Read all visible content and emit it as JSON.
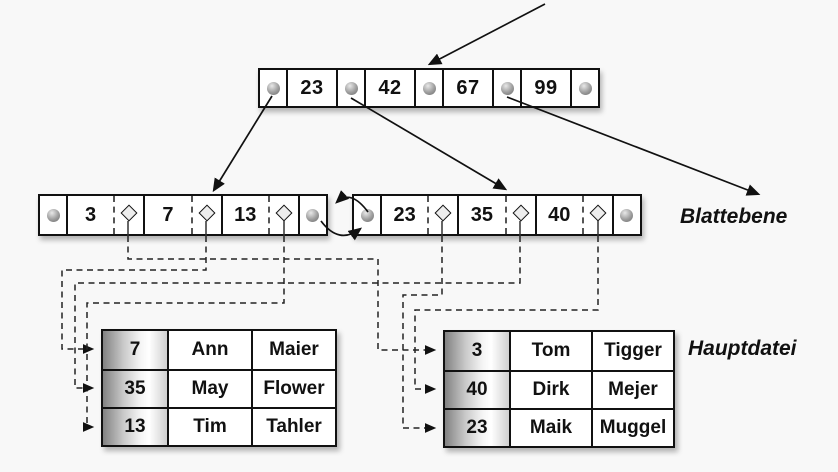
{
  "root_node": {
    "keys": [
      "23",
      "42",
      "67",
      "99"
    ]
  },
  "leaves": {
    "left": {
      "keys": [
        "3",
        "7",
        "13"
      ]
    },
    "right": {
      "keys": [
        "23",
        "35",
        "40"
      ]
    }
  },
  "labels": {
    "leaf_level": "Blattebene",
    "main_file": "Hauptdatei"
  },
  "main_file": {
    "left_table": {
      "rows": [
        [
          "7",
          "Ann",
          "Maier"
        ],
        [
          "35",
          "May",
          "Flower"
        ],
        [
          "13",
          "Tim",
          "Tahler"
        ]
      ]
    },
    "right_table": {
      "rows": [
        [
          "3",
          "Tom",
          "Tigger"
        ],
        [
          "40",
          "Dirk",
          "Mejer"
        ],
        [
          "23",
          "Maik",
          "Muggel"
        ]
      ]
    }
  },
  "icons": {
    "node_pointer": "pointer-circle-icon",
    "record_pointer": "diamond-icon",
    "leaf_chain": "double-link-arrows"
  },
  "colors": {
    "background": "#f8f8f8",
    "line": "#111111",
    "box_fill": "#ffffff",
    "key_column_dark": "#828282",
    "key_column_light": "#ffffff",
    "pointer_circle": "#9c9c9c"
  }
}
